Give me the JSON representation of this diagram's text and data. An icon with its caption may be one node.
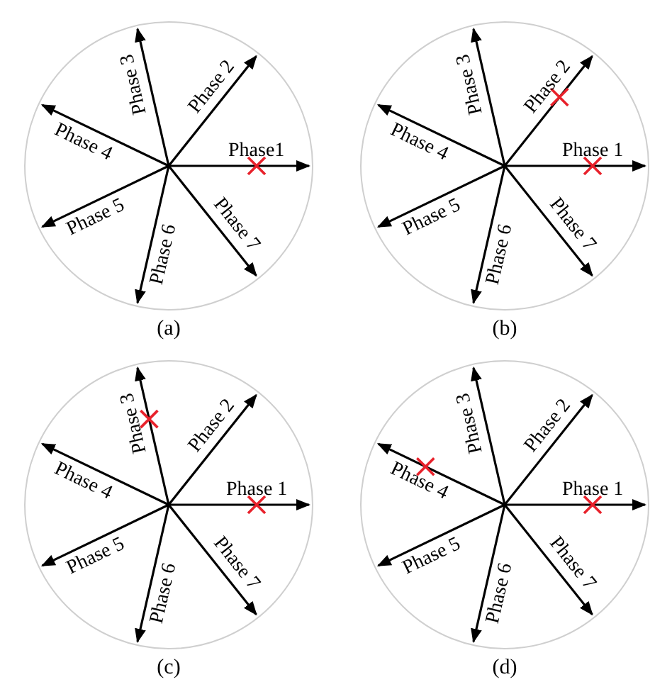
{
  "diagram": {
    "nodes": [
      {
        "text": [
          "Phase1",
          "Phase 2",
          "Phase 3",
          "Phase 4",
          "Phase 5",
          "Phase 6",
          "Phase 7"
        ],
        "beside": [
          "(a)"
        ]
      },
      {
        "text": [
          "Phase 1",
          "Phase 2",
          "Phase 3",
          "Phase 4",
          "Phase 5",
          "Phase 6",
          "Phase 7"
        ],
        "beside": [
          "(b)"
        ]
      },
      {
        "text": [
          "Phase 1",
          "Phase 2",
          "Phase 3",
          "Phase 4",
          "Phase 5",
          "Phase 6",
          "Phase 7"
        ],
        "beside": [
          "(c)"
        ]
      },
      {
        "text": [
          "Phase 1",
          "Phase 2",
          "Phase 3",
          "Phase 4",
          "Phase 5",
          "Phase 6",
          "Phase 7"
        ],
        "beside": [
          "(d)"
        ]
      }
    ]
  }
}
